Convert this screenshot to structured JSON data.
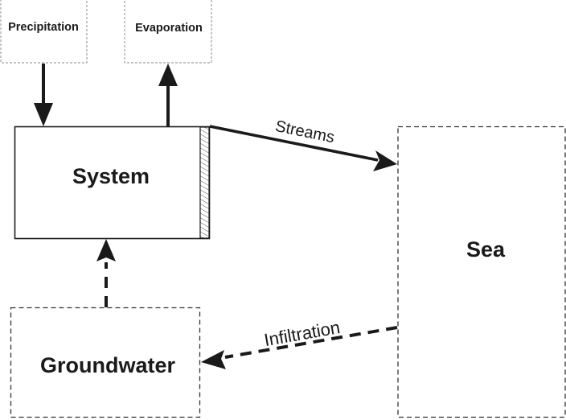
{
  "diagram": {
    "nodes": {
      "precipitation": {
        "label": "Precipitation",
        "style": "dotted-gray"
      },
      "evaporation": {
        "label": "Evaporation",
        "style": "dotted-gray"
      },
      "system": {
        "label": "System",
        "style": "solid"
      },
      "sea": {
        "label": "Sea",
        "style": "dashed"
      },
      "groundwater": {
        "label": "Groundwater",
        "style": "dashed"
      }
    },
    "edges": [
      {
        "from": "precipitation",
        "to": "system",
        "label": "",
        "style": "solid"
      },
      {
        "from": "system",
        "to": "evaporation",
        "label": "",
        "style": "solid"
      },
      {
        "from": "system",
        "to": "sea",
        "label": "Streams",
        "style": "solid"
      },
      {
        "from": "sea",
        "to": "groundwater",
        "label": "Infiltration",
        "style": "dashed"
      },
      {
        "from": "groundwater",
        "to": "system",
        "label": "",
        "style": "dashed"
      }
    ],
    "colors": {
      "stroke": "#1a1a1a",
      "dotted_box": "#a0a0a0",
      "background": "#ffffff"
    }
  }
}
